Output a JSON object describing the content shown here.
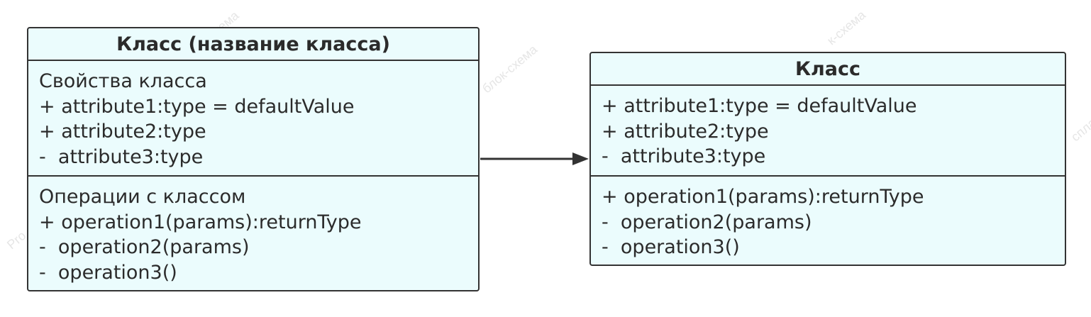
{
  "diagram": {
    "classes": [
      {
        "title": "Класс (название класса)",
        "properties": [
          "Свойства класса",
          "+ attribute1:type = defaultValue",
          "+ attribute2:type",
          "-  attribute3:type"
        ],
        "operations": [
          "Операции с классом",
          "+ operation1(params):returnType",
          "-  operation2(params)",
          "-  operation3()"
        ]
      },
      {
        "title": "Класс",
        "properties": [
          "+ attribute1:type = defaultValue",
          "+ attribute2:type",
          "-  attribute3:type"
        ],
        "operations": [
          "+ operation1(params):returnType",
          "-  operation2(params)",
          "-  operation3()"
        ]
      }
    ],
    "relation": {
      "type": "directed-association",
      "from": "Класс (название класса)",
      "to": "Класс"
    }
  },
  "watermark": {
    "fragments": [
      "хема",
      "блок-схема",
      "к-схема",
      "спла",
      "Pro"
    ]
  },
  "colors": {
    "class_fill": "#ebfcfd",
    "stroke": "#333333",
    "text": "#2b2b2b",
    "watermark": "#e6e6e6"
  }
}
